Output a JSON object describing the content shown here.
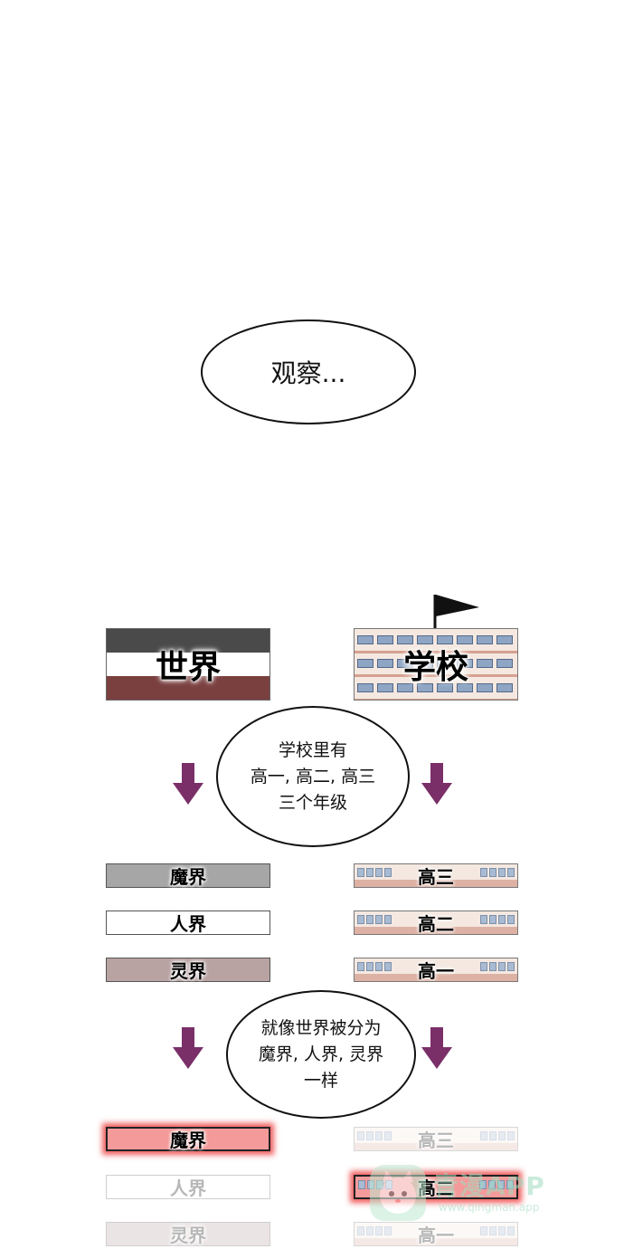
{
  "panel1": {
    "bubble_text": "观察..."
  },
  "world_flag": {
    "label": "世界",
    "colors": [
      "#4a4a4a",
      "#ffffff",
      "#7a3f3f"
    ]
  },
  "school_flag": {
    "label": "学校"
  },
  "bubble2": {
    "lines": [
      "学校里有",
      "高一, 高二, 高三",
      "三个年级"
    ]
  },
  "bubble3": {
    "lines": [
      "就像世界被分为",
      "魔界, 人界, 灵界",
      "一样"
    ]
  },
  "row1": {
    "left": [
      "魔界",
      "人界",
      "灵界"
    ],
    "right": [
      "高三",
      "高二",
      "高一"
    ]
  },
  "row2": {
    "left": [
      "魔界",
      "人界",
      "灵界"
    ],
    "right": [
      "高三",
      "高二",
      "高一"
    ]
  },
  "colors": {
    "arrow": "#7a2f68",
    "demon_bar": "#a6a6a6",
    "human_bar": "#ffffff",
    "spirit_bar": "#b8a2a2",
    "highlight": "#f49a9a",
    "glow": "#eb2828"
  },
  "watermark": {
    "text": "青漫APP",
    "subtext": "www.qingman.app"
  }
}
